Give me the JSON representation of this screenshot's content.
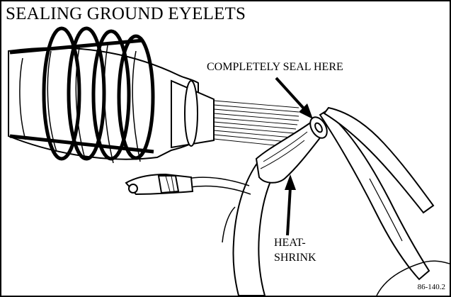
{
  "figure": {
    "title": "SEALING GROUND EYELETS",
    "callouts": {
      "seal": "COMPLETELY SEAL HERE",
      "heat_line1": "HEAT-",
      "heat_line2": "SHRINK"
    },
    "code": "86-140.2"
  }
}
